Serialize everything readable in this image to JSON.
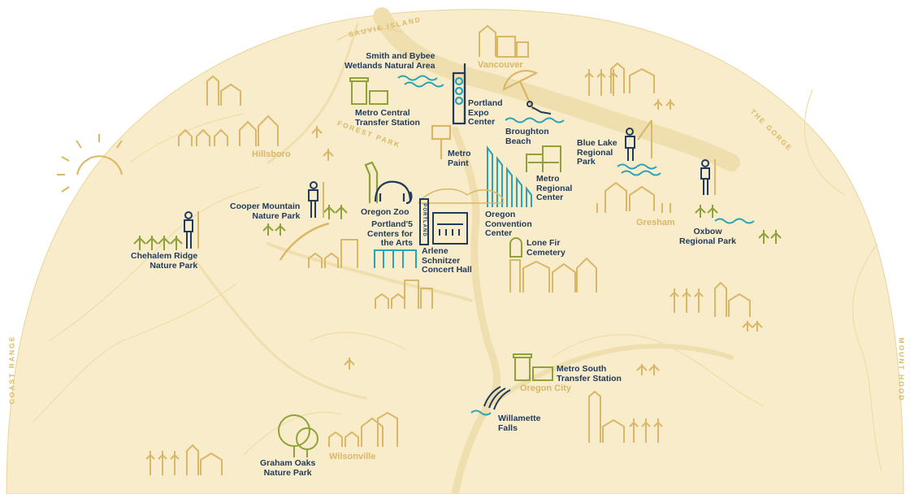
{
  "colors": {
    "land": "#f8eccb",
    "river": "#f0dfae",
    "navy": "#1f3a5a",
    "gold": "#d9b766",
    "green": "#8fa23a",
    "teal": "#2aa3b4"
  },
  "edges": {
    "sauvie_island": "SAUVIE ISLAND",
    "forest_park": "FOREST PARK",
    "the_gorge": "THE GORGE",
    "coast_range": "COAST RANGE",
    "mount_hood": "MOUNT HOOD"
  },
  "cities": {
    "vancouver": "Vancouver",
    "hillsboro": "Hillsboro",
    "gresham": "Gresham",
    "oregon_city": "Oregon City",
    "wilsonville": "Wilsonville"
  },
  "places": {
    "smith_bybee": "Smith and Bybee\nWetlands Natural Area",
    "metro_central": "Metro Central\nTransfer Station",
    "expo": "Portland\nExpo\nCenter",
    "broughton": "Broughton\nBeach",
    "blue_lake": "Blue Lake\nRegional\nPark",
    "metro_paint": "Metro\nPaint",
    "metro_regional": "Metro\nRegional\nCenter",
    "oregon_zoo": "Oregon Zoo",
    "cooper": "Cooper Mountain\nNature Park",
    "chehalem": "Chehalem Ridge\nNature Park",
    "portland5": "Portland'5\nCenters for\nthe Arts",
    "schnitzer": "Arlene\nSchnitzer\nConcert Hall",
    "convention": "Oregon\nConvention\nCenter",
    "lone_fir": "Lone Fir\nCemetery",
    "oxbow": "Oxbow\nRegional Park",
    "metro_south": "Metro South\nTransfer Station",
    "willamette_falls": "Willamette\nFalls",
    "graham_oaks": "Graham Oaks\nNature Park"
  },
  "sign_text": "PORTLAND"
}
